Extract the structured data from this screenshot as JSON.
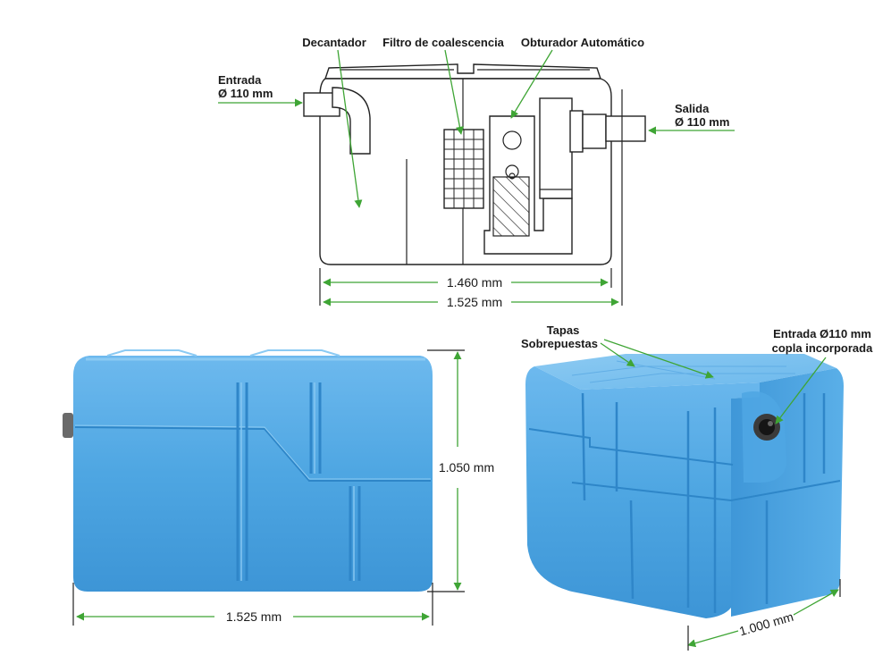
{
  "labels": {
    "decantador": "Decantador",
    "filtro": "Filtro de coalescencia",
    "obturador": "Obturador Automático",
    "entrada_line1": "Entrada",
    "entrada_line2": "Ø 110 mm",
    "salida_line1": "Salida",
    "salida_line2": "Ø 110 mm",
    "tapas_line1": "Tapas",
    "tapas_line2": "Sobrepuestas",
    "entrada_copla_line1": "Entrada Ø110 mm",
    "entrada_copla_line2": "copla incorporada"
  },
  "dimensions": {
    "inner_length": "1.460 mm",
    "outer_length": "1.525 mm",
    "height": "1.050 mm",
    "front_length": "1.525 mm",
    "depth": "1.000 mm"
  },
  "colors": {
    "accent_green": "#3fa535",
    "tank_blue": "#4aa3e0",
    "tank_blue_light": "#7cc0ef",
    "tank_blue_dark": "#2f86c9",
    "line_dark": "#222222"
  }
}
